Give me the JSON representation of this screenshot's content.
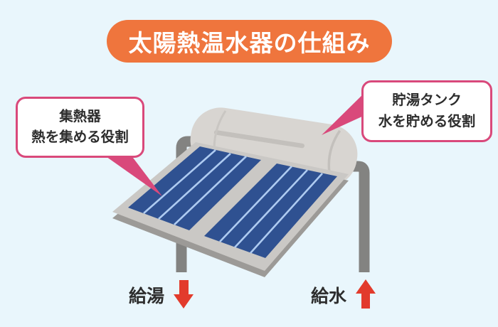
{
  "title": "太陽熱温水器の仕組み",
  "callouts": {
    "collector": {
      "name": "集熱器",
      "role": "熱を集める役割"
    },
    "storage_tank": {
      "name": "貯湯タンク",
      "role": "水を貯める役割"
    }
  },
  "flow_labels": {
    "hot_water_supply": "給湯",
    "water_supply": "給水"
  },
  "icons": {
    "hot_water_arrow": "red-down-arrow",
    "water_supply_arrow": "red-up-arrow"
  },
  "colors": {
    "background": "#E9F6FC",
    "title_banner": "#EF753D",
    "title_text": "#FFFFFF",
    "callout_border": "#D9497B",
    "callout_background": "#FFFFFF",
    "text": "#2D2D2D",
    "arrow_red": "#E23B2C",
    "panel_blue": "#2F5191",
    "panel_stripe": "#AECBF1",
    "panel_frame": "#CAC8C5",
    "panel_underside": "#9C9A97",
    "tank_gray": "#D8D5D1",
    "leg_gray": "#838381"
  }
}
